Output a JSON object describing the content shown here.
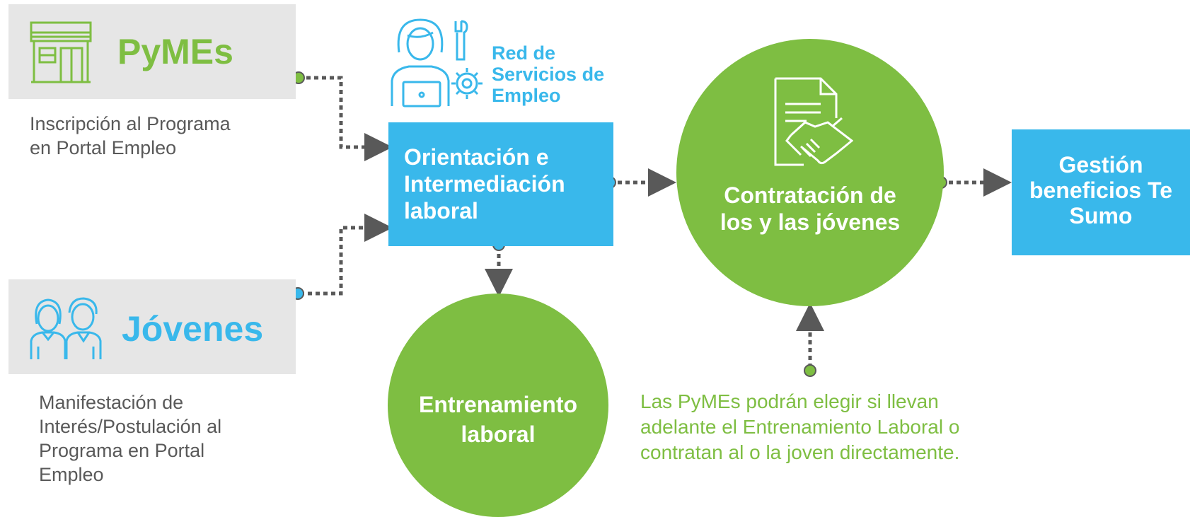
{
  "pymes": {
    "title": "PyMEs",
    "description": "Inscripción al Programa en Portal Empleo"
  },
  "jovenes": {
    "title": "Jóvenes",
    "description": "Manifestación de Interés/Postulación al Programa en Portal Empleo"
  },
  "red": {
    "label": "Red de Servicios de Empleo"
  },
  "orientacion": {
    "label": "Orientación e Intermediación laboral"
  },
  "entrenamiento": {
    "label": "Entrenamiento laboral"
  },
  "contratacion": {
    "label": "Contratación de los y las jóvenes"
  },
  "gestion": {
    "label": "Gestión beneficios Te Sumo"
  },
  "note": {
    "text": "Las PyMEs podrán elegir si llevan adelante el Entrenamiento Laboral o contratan al o la joven directamente."
  },
  "colors": {
    "green": "#7ebe42",
    "blue": "#39b8eb",
    "gray_box": "#e6e6e6",
    "connector": "#595959",
    "text_gray": "#595959"
  },
  "icons": {
    "pymes": "storefront-icon",
    "jovenes": "young-people-icon",
    "red": "employment-service-agent-icon",
    "contratacion": "contract-handshake-icon"
  }
}
